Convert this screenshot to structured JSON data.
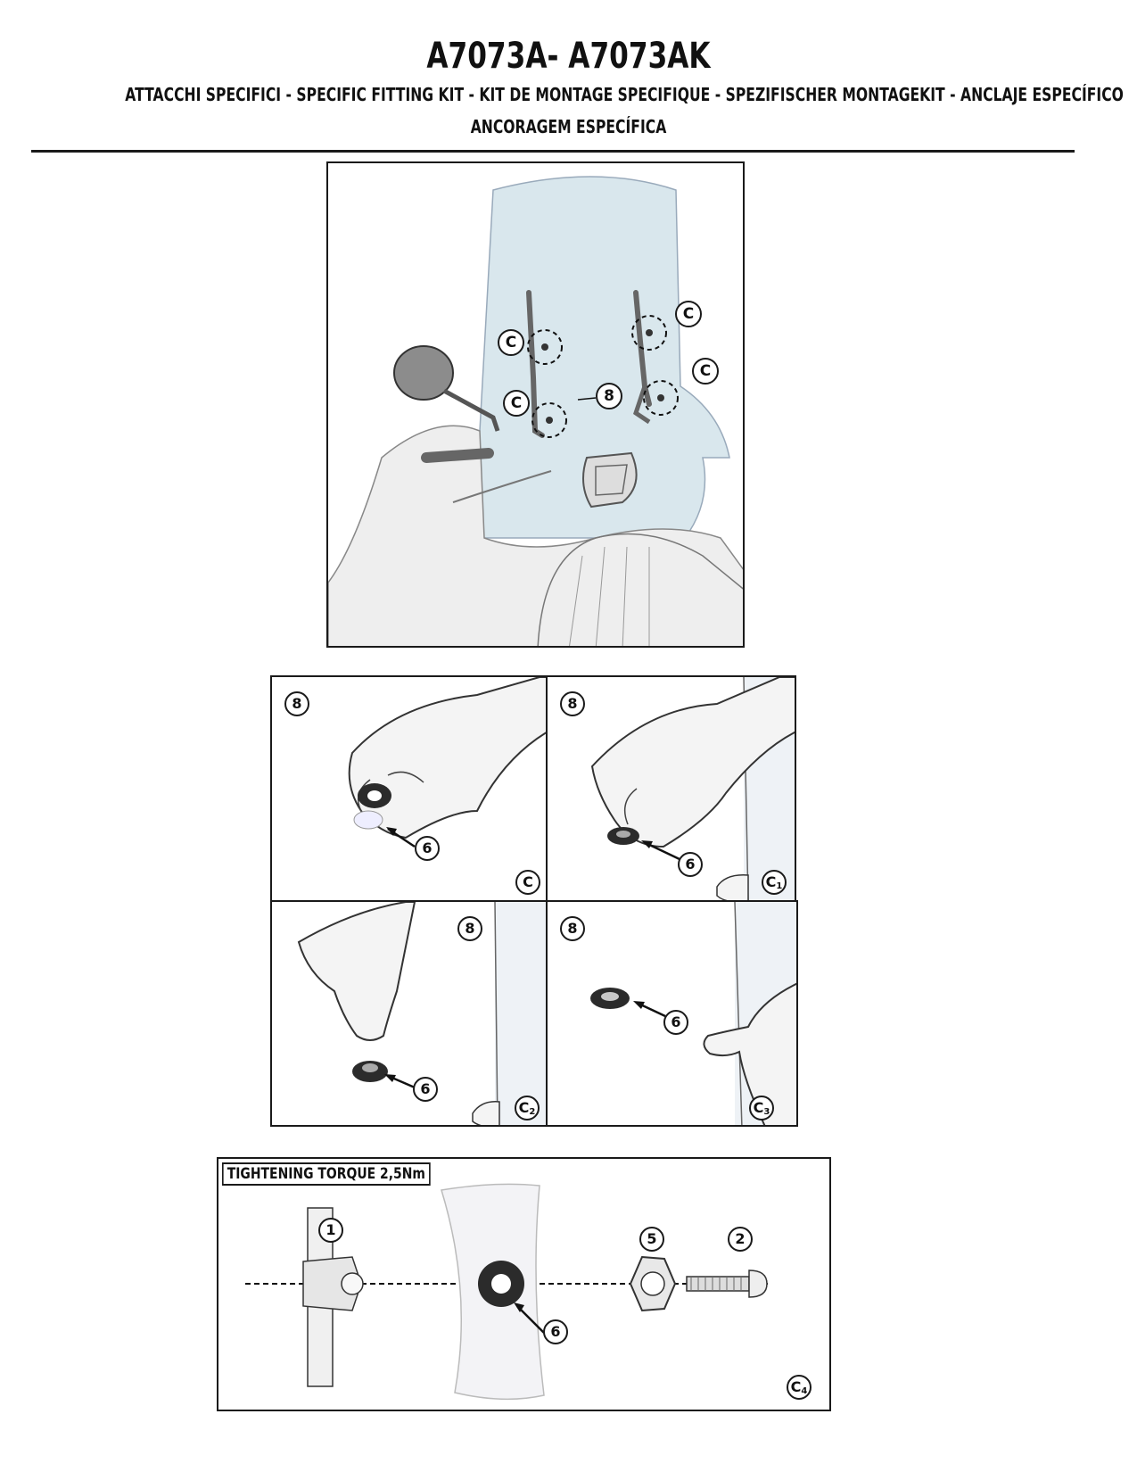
{
  "header": {
    "title": "A7073A- A7073AK",
    "subtitle_line1": "ATTACCHI SPECIFICI   -  SPECIFIC FITTING KIT   -  KIT DE MONTAGE SPECIFIQUE -  SPEZIFISCHER MONTAGEKIT  -  ANCLAJE ESPECÍFICO",
    "subtitle_line2": "ANCORAGEM ESPECÍFICA"
  },
  "main_view": {
    "callouts": [
      "C",
      "C",
      "C",
      "C",
      "8"
    ]
  },
  "steps": [
    {
      "part": "8",
      "arrow_label": "6",
      "step": "C",
      "step_sub": ""
    },
    {
      "part": "8",
      "arrow_label": "6",
      "step": "C",
      "step_sub": "1"
    },
    {
      "part": "8",
      "arrow_label": "6",
      "step": "C",
      "step_sub": "2"
    },
    {
      "part": "8",
      "arrow_label": "6",
      "step": "C",
      "step_sub": "3"
    }
  ],
  "torque_panel": {
    "label": "TIGHTENING TORQUE 2,5Nm",
    "parts": [
      "1",
      "6",
      "5",
      "2"
    ],
    "step": "C",
    "step_sub": "4"
  },
  "colors": {
    "line": "#1a1a1a",
    "windscreen": "#c9dde6",
    "panel_fill": "#f3f3f6"
  }
}
